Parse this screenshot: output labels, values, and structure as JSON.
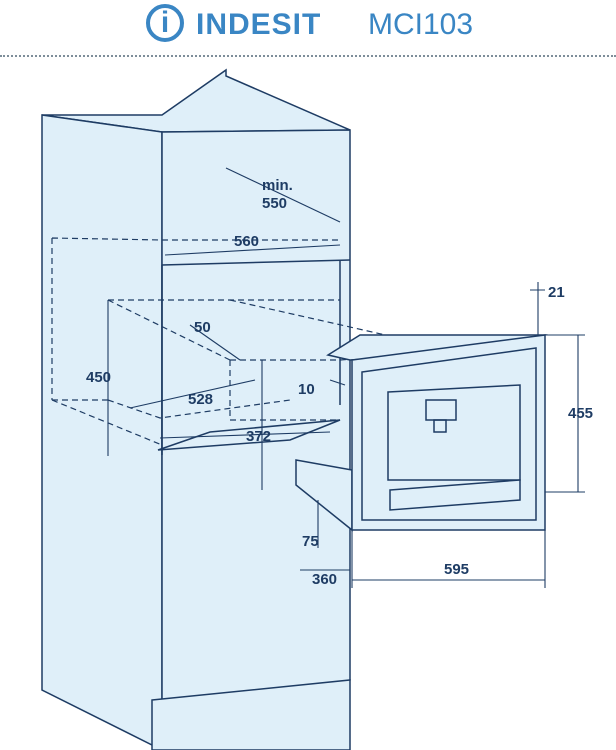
{
  "header": {
    "brand": "INDESIT",
    "model": "MCI103",
    "logo_icon": "indesit-i-logo-icon",
    "brand_color": "#3a86c4"
  },
  "drawing": {
    "colors": {
      "fill": "#dfeff9",
      "line": "#1e3c64"
    },
    "labels": {
      "min": "min.",
      "d550": "550",
      "d560": "560",
      "d50": "50",
      "d450": "450",
      "d10": "10",
      "d528": "528",
      "d372": "372",
      "d21": "21",
      "d455": "455",
      "d75": "75",
      "d360": "360",
      "d595": "595"
    }
  }
}
